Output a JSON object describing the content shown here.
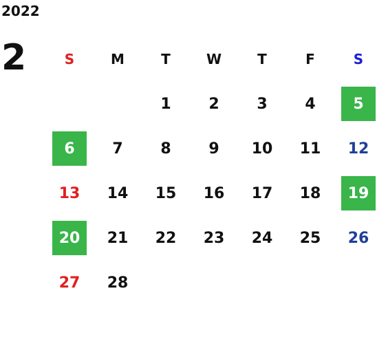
{
  "calendar": {
    "year": "2022",
    "month": "2",
    "weekdays": [
      "S",
      "M",
      "T",
      "W",
      "T",
      "F",
      "S"
    ],
    "weeks": [
      [
        "",
        "",
        "1",
        "2",
        "3",
        "4",
        "5"
      ],
      [
        "6",
        "7",
        "8",
        "9",
        "10",
        "11",
        "12"
      ],
      [
        "13",
        "14",
        "15",
        "16",
        "17",
        "18",
        "19"
      ],
      [
        "20",
        "21",
        "22",
        "23",
        "24",
        "25",
        "26"
      ],
      [
        "27",
        "28",
        "",
        "",
        "",
        "",
        ""
      ]
    ],
    "highlighted_days": [
      "5",
      "6",
      "19",
      "20"
    ],
    "colors": {
      "sunday": "#e02020",
      "saturday": "#1f3f9a",
      "saturday_header": "#1d1fd0",
      "highlight": "#39b54a",
      "text": "#111111"
    }
  }
}
